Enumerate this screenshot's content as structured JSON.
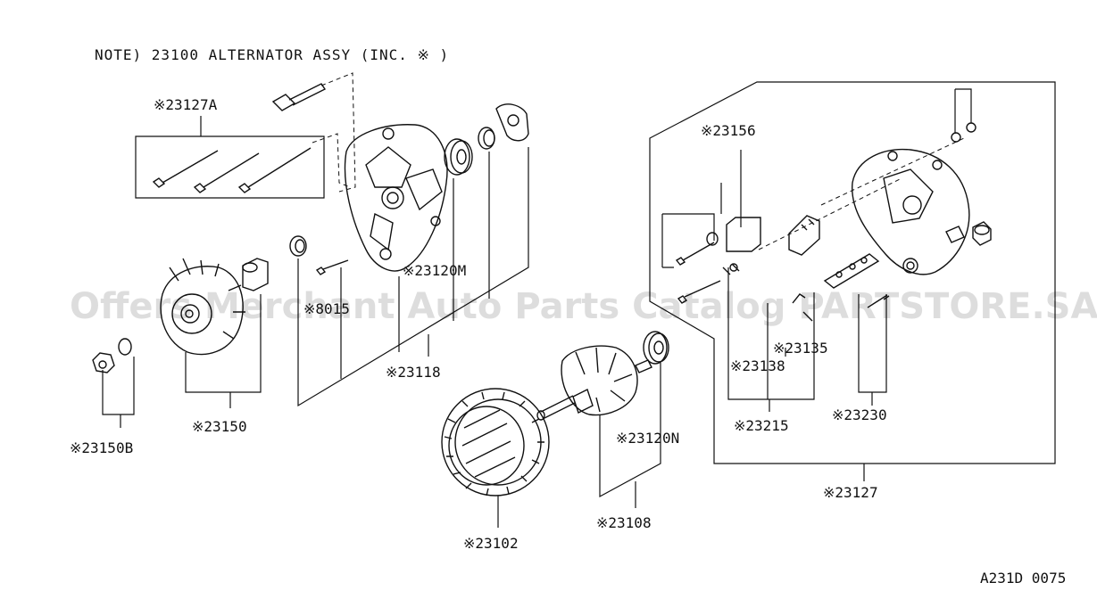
{
  "note": "NOTE)  23100 ALTERNATOR ASSY (INC. ※ )",
  "watermark": "Offers Merchant Auto Parts Catalog PARTSTORE.SA",
  "diagram_code": "A231D 0075",
  "labels": {
    "p23127A": "※23127A",
    "p23120M": "※23120M",
    "p8015": "※8015",
    "p23118": "※23118",
    "p23150": "※23150",
    "p23150B": "※23150B",
    "p23102": "※23102",
    "p23108": "※23108",
    "p23120N": "※23120N",
    "p23156": "※23156",
    "p23135": "※23135",
    "p23138": "※23138",
    "p23215": "※23215",
    "p23230": "※23230",
    "p23127": "※23127"
  }
}
